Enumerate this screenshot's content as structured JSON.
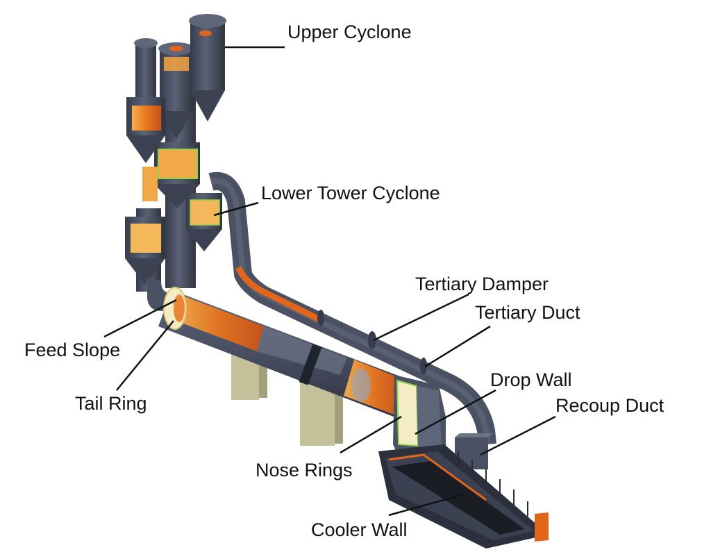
{
  "colors": {
    "steel": "#4a5163",
    "steel_dark": "#363c4b",
    "steel_light": "#5e6679",
    "hot_orange": "#e2661a",
    "hot_amber": "#f4a340",
    "cream": "#f3ecc4",
    "outline_green": "#8fd44a",
    "pier": "#c4c09a",
    "pier_dark": "#a4a07c",
    "leader": "#111111"
  },
  "labels": {
    "upper_cyclone": "Upper Cyclone",
    "lower_tower_cyclone": "Lower Tower Cyclone",
    "tertiary_damper": "Tertiary Damper",
    "tertiary_duct": "Tertiary Duct",
    "feed_slope": "Feed Slope",
    "tail_ring": "Tail Ring",
    "drop_wall": "Drop Wall",
    "recoup_duct": "Recoup Duct",
    "nose_rings": "Nose Rings",
    "cooler_wall": "Cooler Wall"
  }
}
